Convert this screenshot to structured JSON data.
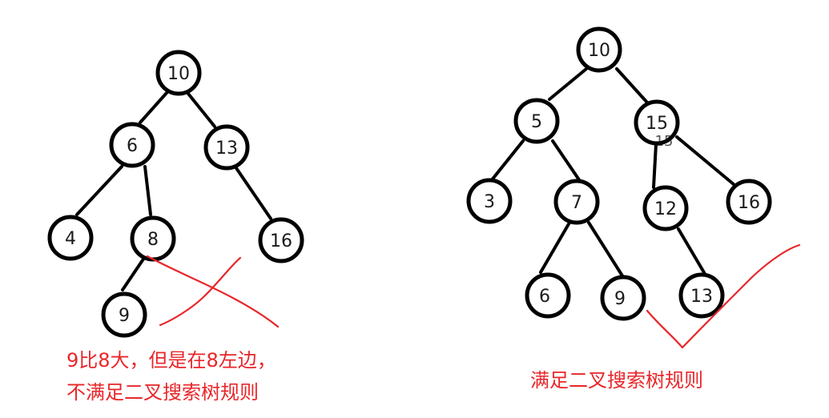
{
  "colors": {
    "node_stroke": "#000000",
    "annotation": "#e8262a"
  },
  "left_tree": {
    "nodes": [
      "10",
      "6",
      "13",
      "4",
      "8",
      "16",
      "9"
    ],
    "caption_line1": "9比8大，但是在8左边，",
    "caption_line2": "不满足二叉搜索树规则"
  },
  "right_tree": {
    "nodes": [
      "10",
      "5",
      "15",
      "3",
      "7",
      "12",
      "16",
      "6",
      "9",
      "13"
    ],
    "overwritten_label": "15",
    "caption": "满足二叉搜索树规则"
  }
}
